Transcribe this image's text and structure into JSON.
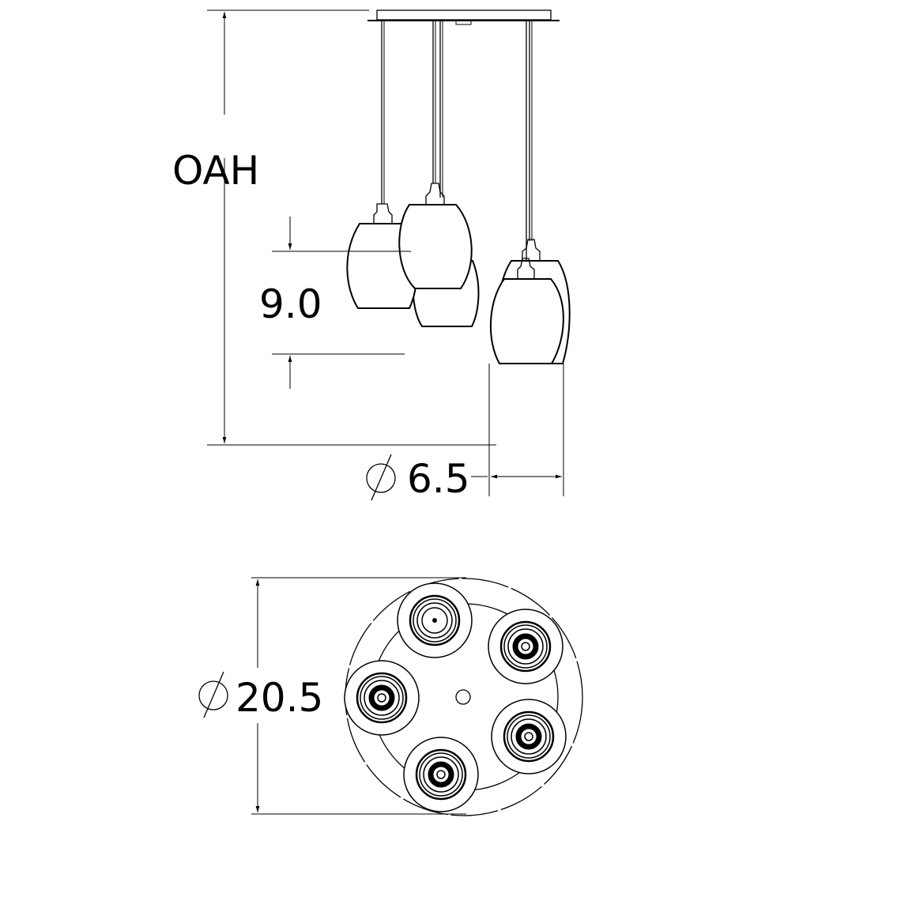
{
  "drawing": {
    "overall_height_label": "OAH",
    "shade_height_label": "9.0",
    "shade_diameter_label": "6.5",
    "canopy_diameter_label": "20.5",
    "diameter_symbol": "diameter-symbol",
    "pendant_count": 5,
    "line_color": "#000000",
    "background_color": "#ffffff"
  }
}
